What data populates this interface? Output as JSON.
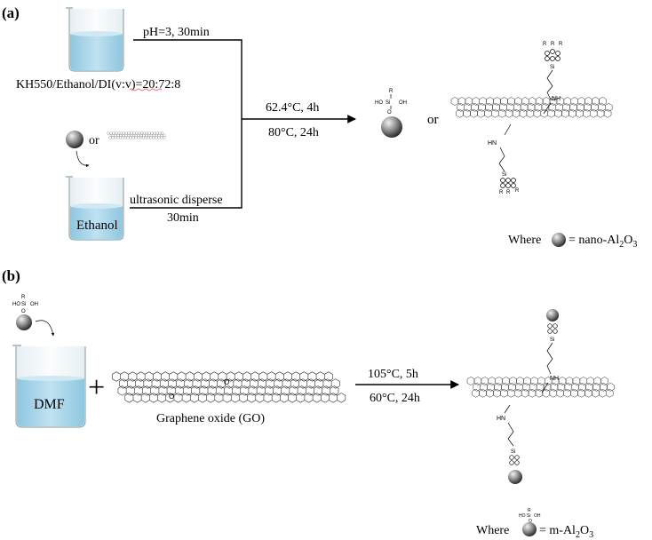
{
  "panel_a": {
    "label": "(a)",
    "step1_condition": "pH=3, 30min",
    "solution1_label": "KH550/Ethanol/DI(v:v)=20:72:8",
    "or_word_left": "or",
    "beaker2_label": "Ethanol",
    "step2_condition": "ultrasonic disperse",
    "step2_time": "30min",
    "reaction_condition_1": "62.4°C, 4h",
    "reaction_condition_2": "80°C, 24h",
    "or_word_right": "or",
    "legend_where": "Where",
    "legend_equals": "= nano-Al",
    "legend_sub1": "2",
    "legend_mid": "O",
    "legend_sub2": "3"
  },
  "panel_b": {
    "label": "(b)",
    "beaker_label": "DMF",
    "plus": "+",
    "go_label": "Graphene oxide (GO)",
    "reaction_condition_1": "105°C, 5h",
    "reaction_condition_2": "60°C, 24h",
    "legend_where": "Where",
    "legend_equals": "= m-Al",
    "legend_sub1": "2",
    "legend_mid": "O",
    "legend_sub2": "3"
  },
  "molecule": {
    "R": "R",
    "Si": "Si",
    "HO": "HO",
    "OH": "OH",
    "O": "O",
    "NH": "NH",
    "HN": "HN"
  },
  "colors": {
    "liquid": "#a9d7ec",
    "liquid_dark": "#8ec6e0",
    "glass": "#f3f7f9",
    "sphere_light": "#e8e8e8",
    "sphere_dark": "#3a3a3a",
    "squiggle": "#e05050"
  }
}
